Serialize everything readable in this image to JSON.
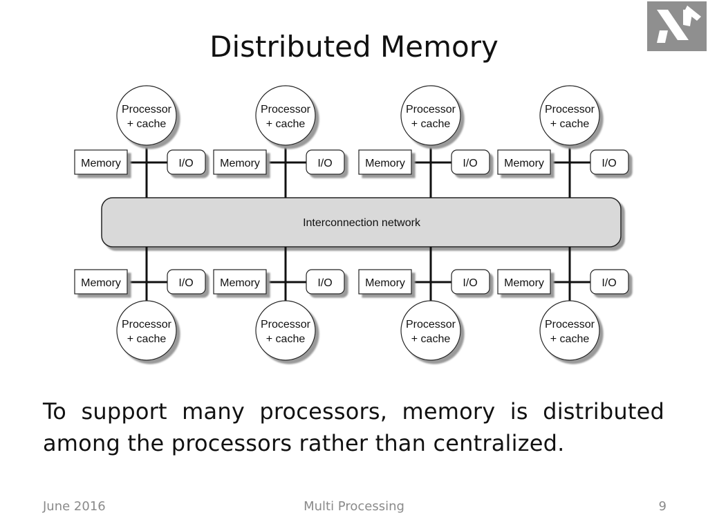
{
  "slide": {
    "title": "Distributed Memory",
    "body": "To support many processors, memory is distributed among the processors rather than centralized."
  },
  "diagram": {
    "network_label": "Interconnection network",
    "processor_line1": "Processor",
    "processor_line2": "+ cache",
    "memory_label": "Memory",
    "io_label": "I/O",
    "nodes_per_row": 4,
    "rows": [
      "top",
      "bottom"
    ]
  },
  "footer": {
    "date": "June 2016",
    "center": "Multi Processing",
    "page": "9"
  },
  "colors": {
    "network_fill": "#d9d9d9",
    "logo_bg": "#8f8f8f",
    "footer_text": "#8a8a8a"
  },
  "icons": {
    "logo": "hebrew-university-logo"
  }
}
